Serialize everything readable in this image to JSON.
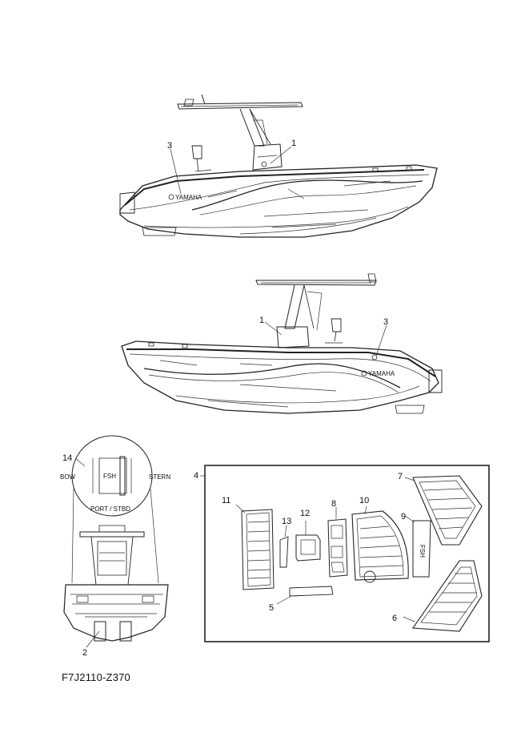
{
  "figure_code": "F7J2110-Z370",
  "callouts": {
    "c1_top": "1",
    "c3_top": "3",
    "c1_mid": "1",
    "c3_mid": "3",
    "c14": "14",
    "c2": "2",
    "c4": "4",
    "c5": "5",
    "c6": "6",
    "c7": "7",
    "c8": "8",
    "c9": "9",
    "c10": "10",
    "c11": "11",
    "c12": "12",
    "c13": "13"
  },
  "detail_labels": {
    "bow": "BOW",
    "stern": "STERN",
    "port_stbd": "PORT / STBD",
    "decal": "FSH"
  },
  "hull_text": "YAMAHA",
  "pad_text": "FSH"
}
